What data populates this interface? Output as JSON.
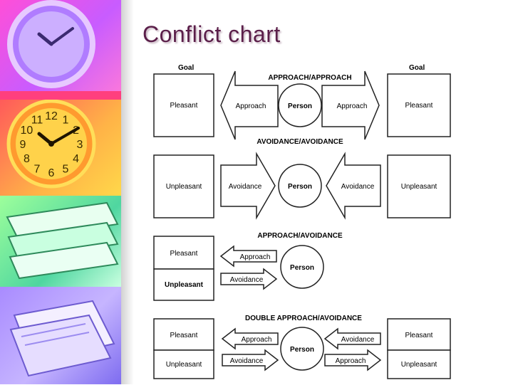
{
  "slide": {
    "title": "Conflict chart"
  },
  "sidebar": {
    "images": [
      {
        "icon": "clock-icon",
        "tint": "#c85cff"
      },
      {
        "icon": "clock-icon",
        "tint": "#ffb347",
        "numbers": [
          "12",
          "1",
          "2",
          "3",
          "4",
          "5",
          "6",
          "7",
          "8",
          "9",
          "10",
          "11"
        ]
      },
      {
        "icon": "books-icon",
        "tint": "#4fd6a0"
      },
      {
        "icon": "papers-icon",
        "tint": "#a98bff"
      }
    ]
  },
  "diagram": {
    "goal_left": "Goal",
    "goal_right": "Goal",
    "row1": {
      "heading": "APPROACH/APPROACH",
      "left": "Pleasant",
      "arrow_left": "Approach",
      "person": "Person",
      "arrow_right": "Approach",
      "right": "Pleasant"
    },
    "row2": {
      "heading": "AVOIDANCE/AVOIDANCE",
      "left": "Unpleasant",
      "arrow_left": "Avoidance",
      "person": "Person",
      "arrow_right": "Avoidance",
      "right": "Unpleasant"
    },
    "row3": {
      "heading": "APPROACH/AVOIDANCE",
      "box_top": "Pleasant",
      "box_bottom": "Unpleasant",
      "arrow_top": "Approach",
      "arrow_bottom": "Avoidance",
      "person": "Person"
    },
    "row4": {
      "heading": "DOUBLE APPROACH/AVOIDANCE",
      "left_top": "Pleasant",
      "left_bottom": "Unpleasant",
      "arrow_tl": "Approach",
      "arrow_bl": "Avoidance",
      "person": "Person",
      "arrow_tr": "Avoidance",
      "arrow_br": "Approach",
      "right_top": "Pleasant",
      "right_bottom": "Unpleasant"
    }
  }
}
